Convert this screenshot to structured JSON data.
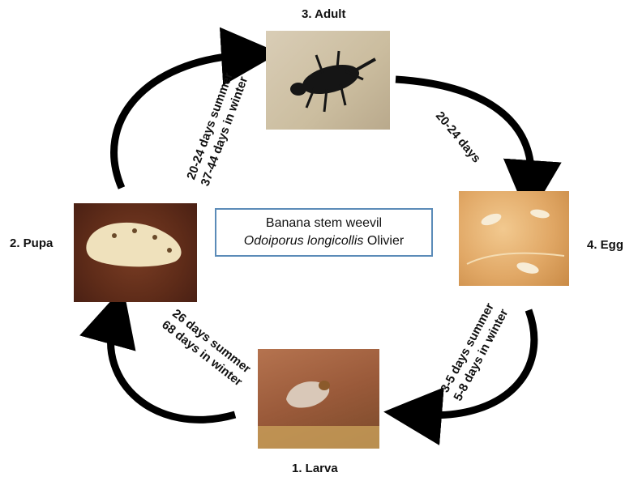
{
  "title": {
    "common_name": "Banana stem weevil",
    "scientific_name": "Odoiporus longicollis",
    "author": "Olivier"
  },
  "stages": {
    "adult": "3. Adult",
    "egg": "4.  Egg",
    "larva": "1. Larva",
    "pupa": "2. Pupa"
  },
  "durations": {
    "pupa_to_adult": [
      "20-24 days summer",
      "37-44 days in winter"
    ],
    "adult_to_egg": [
      "20-24 days"
    ],
    "egg_to_larva": [
      "3-5  days summer",
      "5-8 days in winter"
    ],
    "larva_to_pupa": [
      "26  days summer",
      "68 days in winter"
    ]
  },
  "colors": {
    "arrow": "#000000",
    "box_border": "#5b8bb8"
  }
}
